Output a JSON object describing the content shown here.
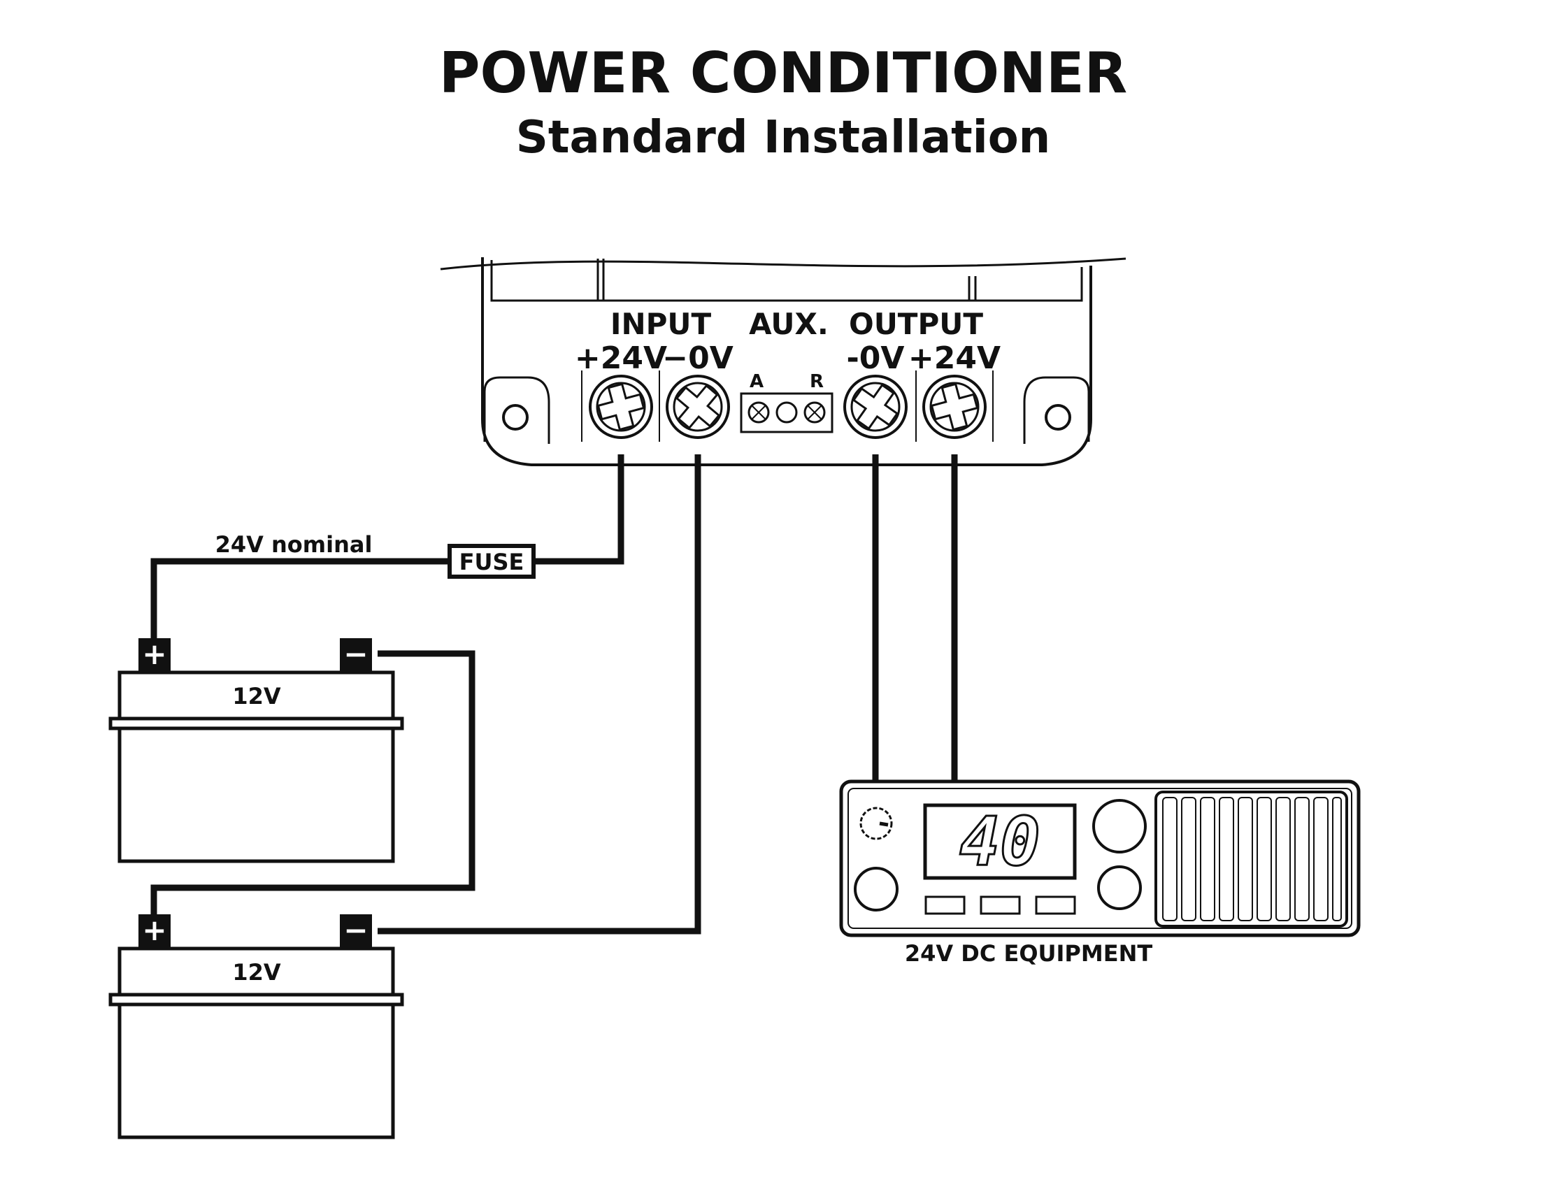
{
  "title": "POWER CONDITIONER",
  "subtitle": "Standard Installation",
  "conditioner": {
    "input_label": "INPUT",
    "aux_label": "AUX.",
    "output_label": "OUTPUT",
    "input_pos": "+24V",
    "input_neg": "−0V",
    "aux_a": "A",
    "aux_r": "R",
    "output_neg": "-0V",
    "output_pos": "+24V"
  },
  "wiring": {
    "nominal_label": "24V nominal",
    "fuse_label": "FUSE"
  },
  "batteries": [
    {
      "voltage": "12V",
      "pos_symbol": "+",
      "neg_symbol": "−"
    },
    {
      "voltage": "12V",
      "pos_symbol": "+",
      "neg_symbol": "−"
    }
  ],
  "equipment": {
    "label": "24V DC EQUIPMENT",
    "display": "40"
  },
  "colors": {
    "ink": "#111111",
    "background": "#ffffff"
  }
}
